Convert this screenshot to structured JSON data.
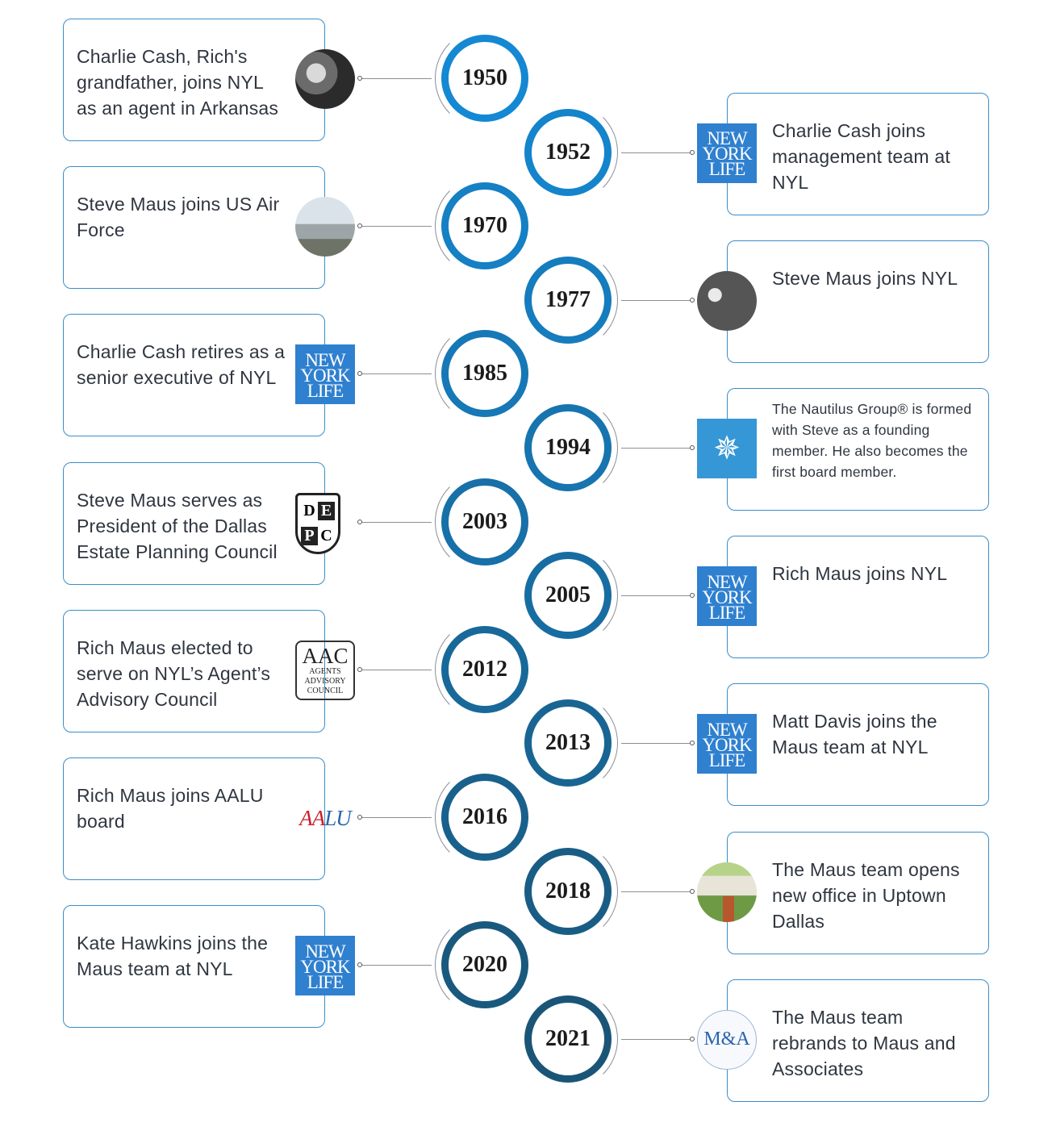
{
  "events": [
    {
      "year": "1950",
      "text": "Charlie Cash, Rich's grandfather, joins NYL as an agent in Arkansas",
      "side": "left",
      "icon": "photo-grandfather-icon"
    },
    {
      "year": "1952",
      "text": "Charlie Cash joins management team at NYL",
      "side": "right",
      "icon": "new-york-life-logo-icon"
    },
    {
      "year": "1970",
      "text": "Steve Maus joins US Air Force",
      "side": "left",
      "icon": "photo-air-force-icon"
    },
    {
      "year": "1977",
      "text": "Steve Maus joins NYL",
      "side": "right",
      "icon": "photo-handshake-icon"
    },
    {
      "year": "1985",
      "text": "Charlie Cash retires as a senior executive of NYL",
      "side": "left",
      "icon": "new-york-life-logo-icon"
    },
    {
      "year": "1994",
      "text": "The Nautilus Group® is formed with Steve as a founding member. He also becomes the first board member.",
      "side": "right",
      "icon": "nautilus-compass-icon"
    },
    {
      "year": "2003",
      "text": "Steve Maus serves as President of the Dallas Estate Planning Council",
      "side": "left",
      "icon": "depc-shield-icon"
    },
    {
      "year": "2005",
      "text": "Rich Maus joins NYL",
      "side": "right",
      "icon": "new-york-life-logo-icon"
    },
    {
      "year": "2012",
      "text": "Rich Maus elected to serve on NYL’s Agent’s Advisory Council",
      "side": "left",
      "icon": "aac-logo-icon"
    },
    {
      "year": "2013",
      "text": "Matt Davis joins the Maus team at NYL",
      "side": "right",
      "icon": "new-york-life-logo-icon"
    },
    {
      "year": "2016",
      "text": "Rich Maus joins AALU board",
      "side": "left",
      "icon": "aalu-logo-icon"
    },
    {
      "year": "2018",
      "text": "The Maus team opens new office in Uptown Dallas",
      "side": "right",
      "icon": "photo-office-icon"
    },
    {
      "year": "2020",
      "text": "Kate Hawkins joins the Maus team at NYL",
      "side": "left",
      "icon": "new-york-life-logo-icon"
    },
    {
      "year": "2021",
      "text": "The Maus team rebrands to Maus and Associates",
      "side": "right",
      "icon": "maus-associates-logo-icon"
    }
  ],
  "logos": {
    "nyl": [
      "NEW",
      "YORK",
      "LIFE"
    ],
    "depc": [
      "D",
      "E",
      "P",
      "C"
    ],
    "aac": [
      "AAC",
      "AGENTS",
      "ADVISORY",
      "COUNCIL"
    ],
    "aalu": [
      "AA",
      "LU"
    ],
    "ma": "M&A"
  },
  "colors": {
    "year_ring_top": "#1488d2",
    "year_ring_bottom": "#1a5577",
    "card_border": "#3a8ec9"
  }
}
